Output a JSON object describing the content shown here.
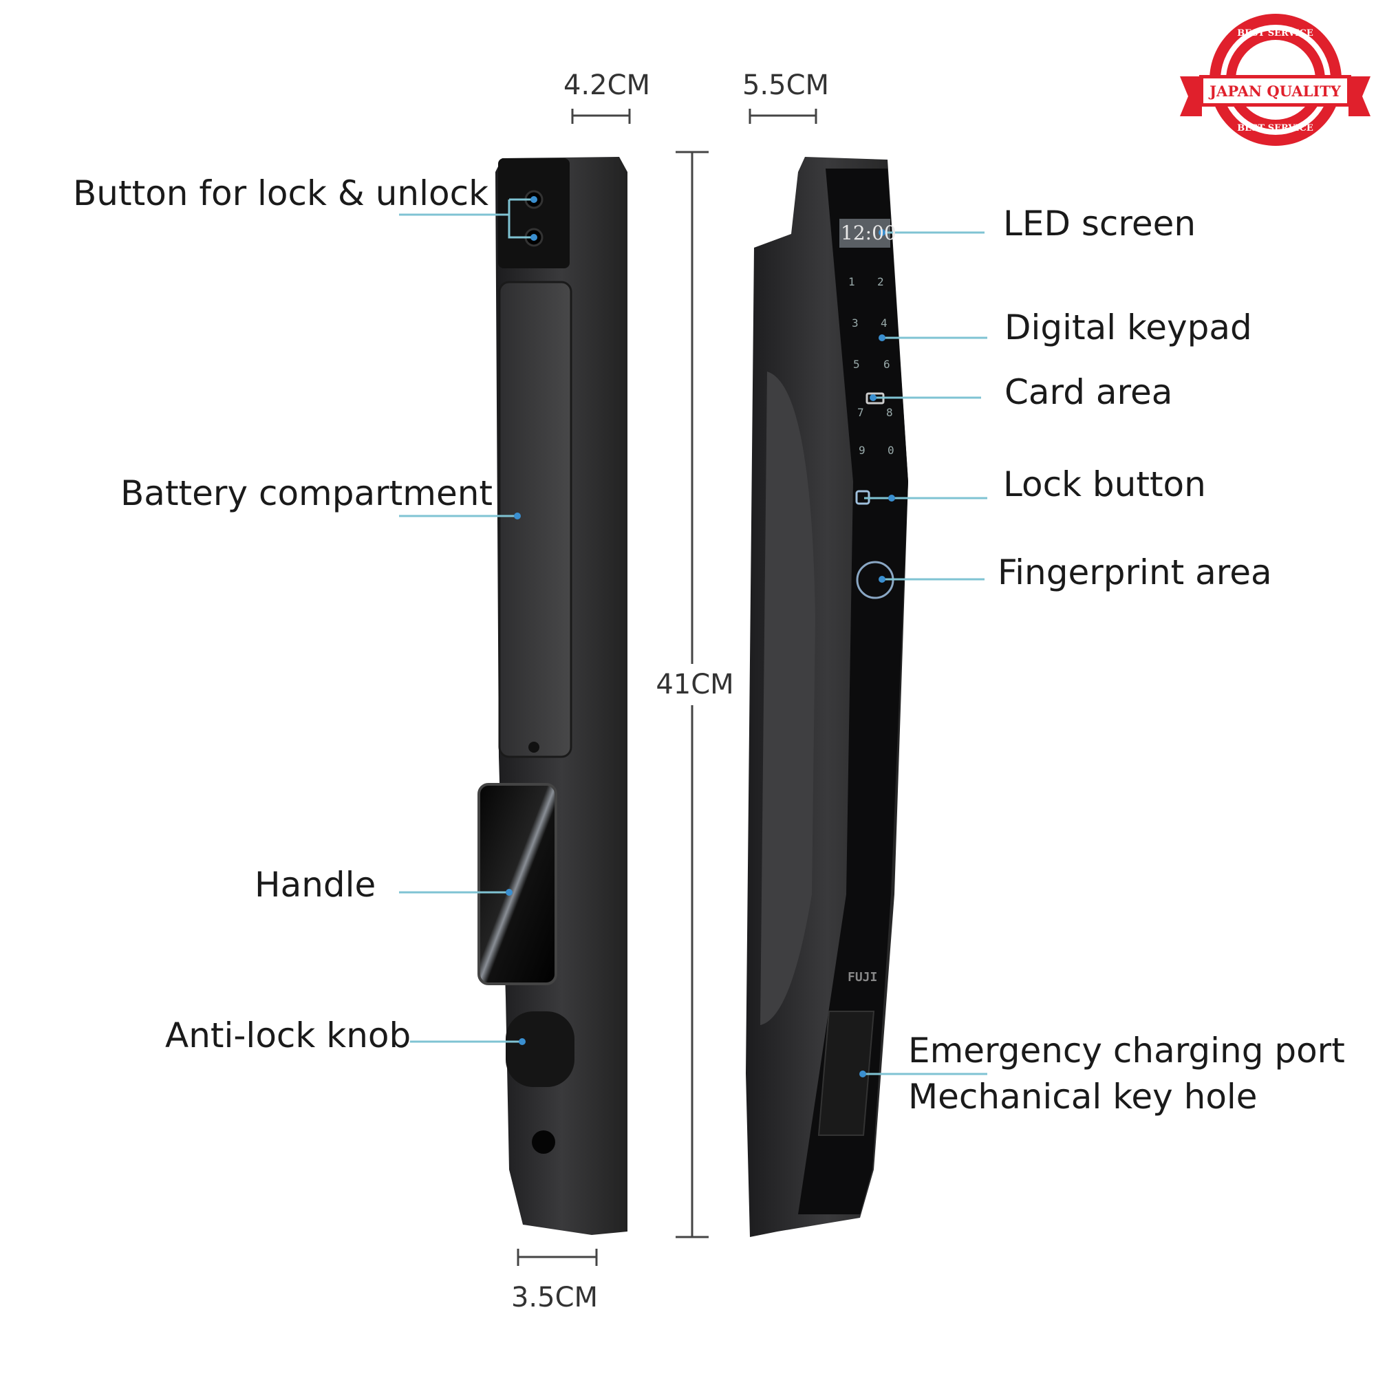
{
  "dimensions": {
    "top_left": "4.2CM",
    "top_right": "5.5CM",
    "height": "41CM",
    "bottom": "3.5CM"
  },
  "labels": {
    "button_lock_unlock": "Button for lock & unlock",
    "battery": "Battery compartment",
    "handle": "Handle",
    "anti_lock_knob": "Anti-lock knob",
    "led_screen": "LED screen",
    "digital_keypad": "Digital keypad",
    "card_area": "Card area",
    "lock_button": "Lock button",
    "fingerprint_area": "Fingerprint area",
    "emergency_port": "Emergency charging port",
    "key_hole": "Mechanical key hole"
  },
  "device": {
    "screen_time": "12:00",
    "keys": [
      "1",
      "2",
      "3",
      "4",
      "5",
      "6",
      "7",
      "8",
      "9",
      "0"
    ],
    "brand": "FUJI"
  },
  "badge": {
    "top": "BEST SERVICE",
    "middle": "JAPAN QUALITY",
    "bottom": "BEST SERVICE"
  },
  "colors": {
    "leader": "#7fc3d3",
    "device": "#2b2b2d",
    "badge": "#e0202c"
  }
}
